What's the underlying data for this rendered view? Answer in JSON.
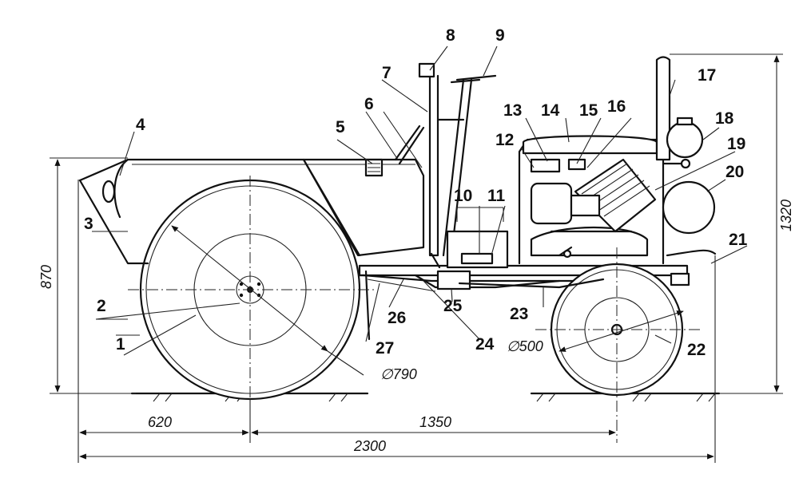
{
  "callouts": [
    "1",
    "2",
    "3",
    "4",
    "5",
    "6",
    "7",
    "8",
    "9",
    "10",
    "11",
    "12",
    "13",
    "14",
    "15",
    "16",
    "17",
    "18",
    "19",
    "20",
    "21",
    "22",
    "23",
    "24",
    "25",
    "26",
    "27"
  ],
  "dimensions": {
    "rear_wheel_dia": "∅790",
    "front_wheel_dia": "∅500",
    "height_870": "870",
    "height_1320": "1320",
    "rear_overhang": "620",
    "wheelbase": "1350",
    "overall_length": "2300"
  }
}
